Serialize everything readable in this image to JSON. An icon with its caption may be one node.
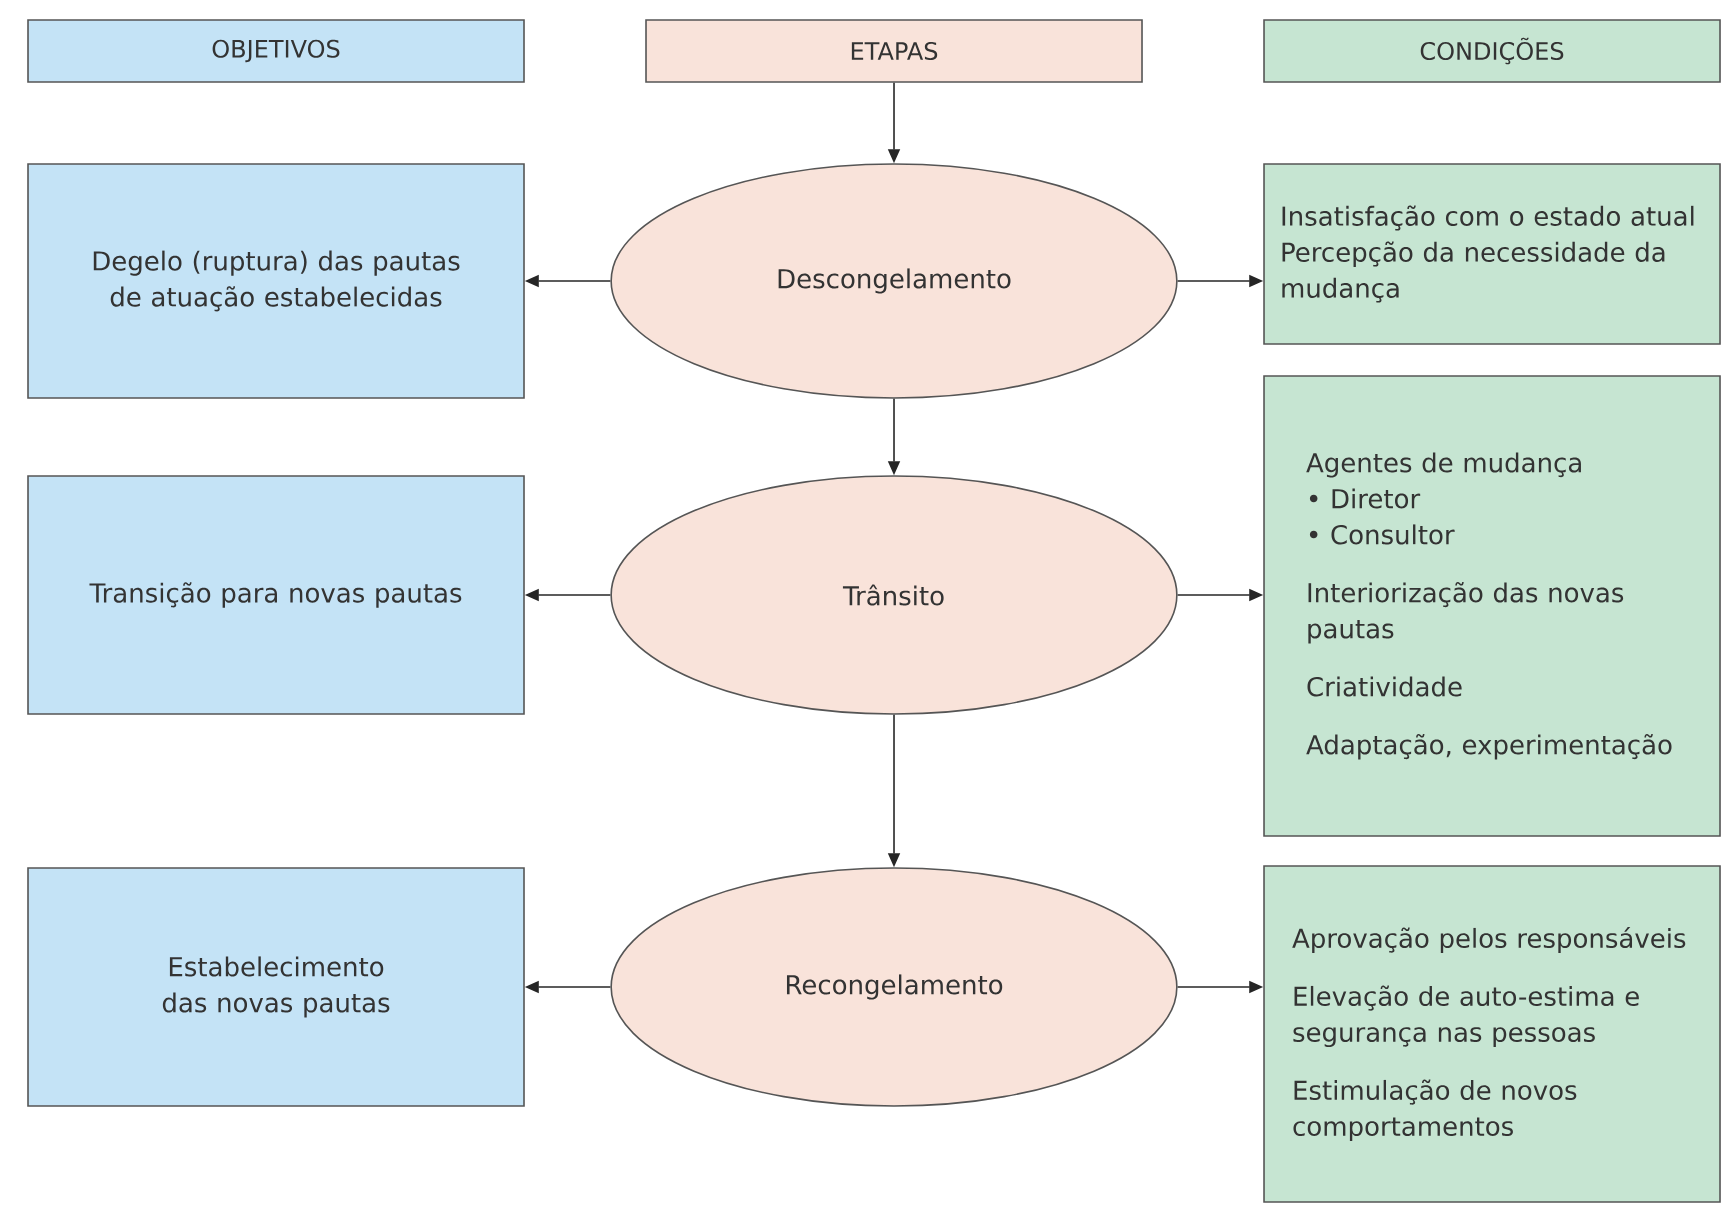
{
  "diagram": {
    "nodes": [
      {
        "text": [
          "OBJETIVOS"
        ]
      },
      {
        "text": [
          "ETAPAS"
        ]
      },
      {
        "text": [
          "CONDIÇÕES"
        ]
      },
      {
        "text": [
          "Degelo (ruptura) das pautas de atuação estabelecidas"
        ]
      },
      {
        "text": [
          "Descongelamento"
        ]
      },
      {
        "text": [
          "Insatisfação com o estado atual",
          "Percepção da necessidade da mudança"
        ]
      },
      {
        "text": [
          "Transição para novas pautas"
        ]
      },
      {
        "text": [
          "Trânsito"
        ]
      },
      {
        "text": [
          "Agentes de mudança",
          "• Diretor",
          "• Consultor",
          "Interiorização das novas pautas",
          "Criatividade",
          "Adaptação, experimentação"
        ]
      },
      {
        "text": [
          "Estabelecimento das novas pautas"
        ]
      },
      {
        "text": [
          "Recongelamento"
        ]
      },
      {
        "text": [
          "Aprovação pelos responsáveis",
          "Elevação de auto-estima e segurança nas pessoas",
          "Estimulação de novos comportamentos"
        ]
      }
    ],
    "edges": [
      {
        "from": 1,
        "to": 4,
        "arrow": "to"
      },
      {
        "from": 4,
        "to": 3,
        "arrow": "to"
      },
      {
        "from": 4,
        "to": 5,
        "arrow": "to"
      },
      {
        "from": 4,
        "to": 7,
        "arrow": "to"
      },
      {
        "from": 7,
        "to": 6,
        "arrow": "to"
      },
      {
        "from": 7,
        "to": 8,
        "arrow": "to"
      },
      {
        "from": 7,
        "to": 10,
        "arrow": "to"
      },
      {
        "from": 10,
        "to": 9,
        "arrow": "to"
      },
      {
        "from": 10,
        "to": 11,
        "arrow": "to"
      }
    ]
  }
}
